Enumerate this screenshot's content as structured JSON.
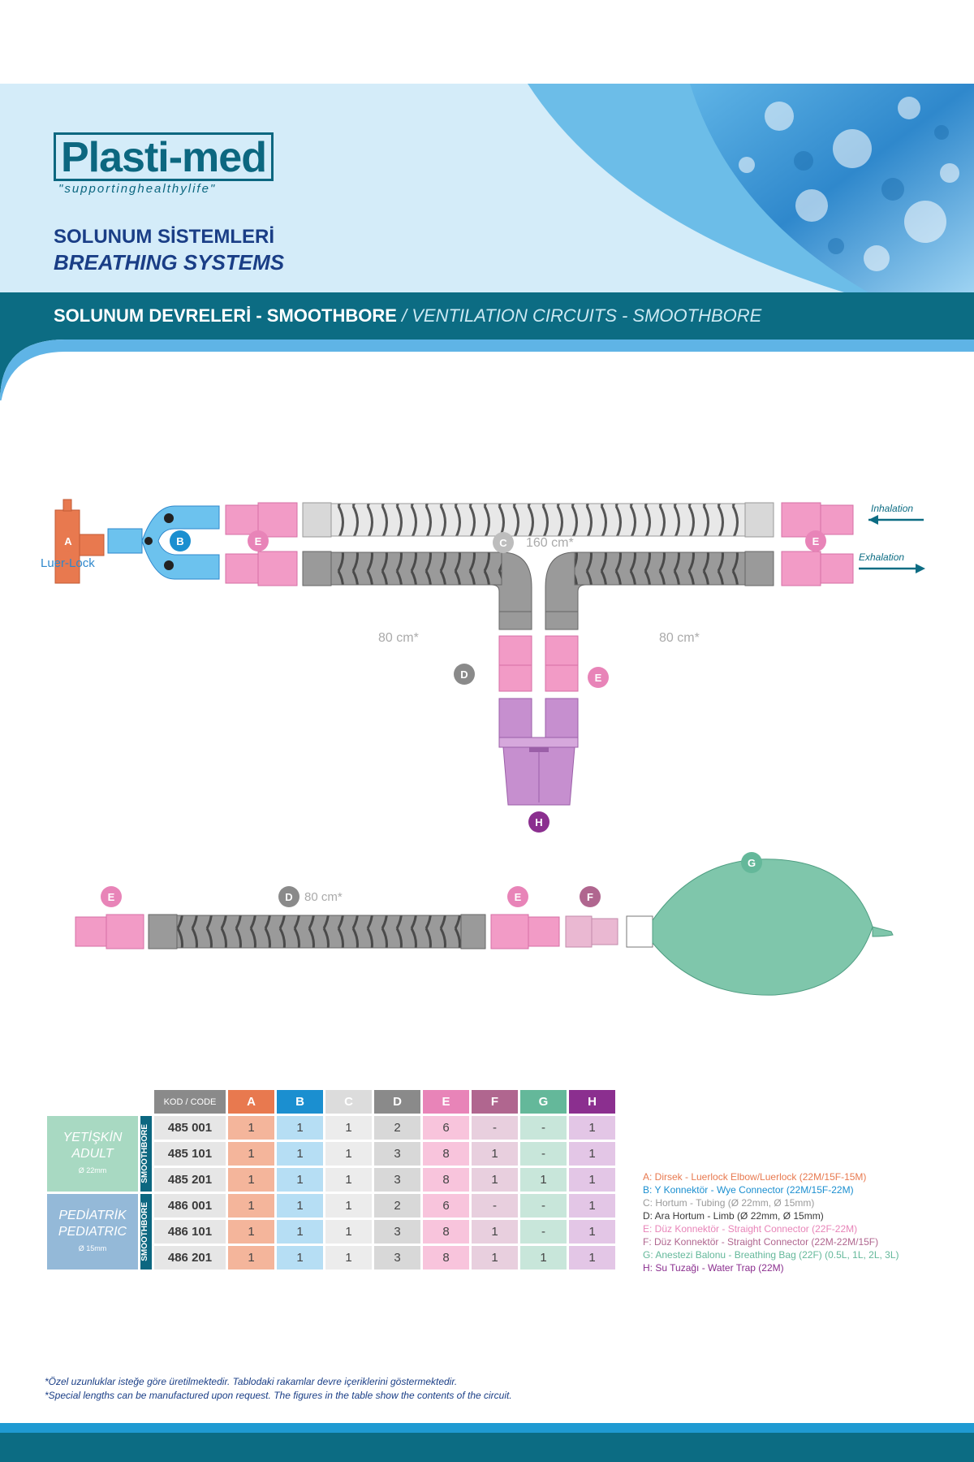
{
  "brand": {
    "logo": "Plasti-med",
    "tagline": "\"supportinghealthylife\""
  },
  "header": {
    "title_tr": "SOLUNUM SİSTEMLERİ",
    "title_en": "BREATHING SYSTEMS"
  },
  "section": {
    "title_tr": "SOLUNUM DEVRELERİ - SMOOTHBORE",
    "separator": " / ",
    "title_en": "VENTILATION CIRCUITS - SMOOTHBORE"
  },
  "diagram": {
    "luer_lock": "Luer-Lock",
    "length_160": "160 cm*",
    "length_80_left": "80 cm*",
    "length_80_right": "80 cm*",
    "length_80_bottom": "80 cm*",
    "inhalation": "Inhalation",
    "exhalation": "Exhalation",
    "letters": {
      "A": "A",
      "B": "B",
      "C": "C",
      "D": "D",
      "E": "E",
      "F": "F",
      "G": "G",
      "H": "H"
    }
  },
  "table": {
    "code_header": "KOD / CODE",
    "columns": [
      "A",
      "B",
      "C",
      "D",
      "E",
      "F",
      "G",
      "H"
    ],
    "adult_label_tr": "YETİŞKİN",
    "adult_label_en": "ADULT",
    "adult_size": "Ø 22mm",
    "pediatric_label_tr": "PEDİATRİK",
    "pediatric_label_en": "PEDIATRIC",
    "pediatric_size": "Ø 15mm",
    "vertical_label_adult": "SMOOTHBORE",
    "vertical_label_ped": "SMOOTHBORE",
    "rows": [
      {
        "code": "485 001",
        "values": [
          "1",
          "1",
          "1",
          "2",
          "6",
          "-",
          "-",
          "1"
        ]
      },
      {
        "code": "485 101",
        "values": [
          "1",
          "1",
          "1",
          "3",
          "8",
          "1",
          "-",
          "1"
        ]
      },
      {
        "code": "485 201",
        "values": [
          "1",
          "1",
          "1",
          "3",
          "8",
          "1",
          "1",
          "1"
        ]
      },
      {
        "code": "486 001",
        "values": [
          "1",
          "1",
          "1",
          "2",
          "6",
          "-",
          "-",
          "1"
        ]
      },
      {
        "code": "486 101",
        "values": [
          "1",
          "1",
          "1",
          "3",
          "8",
          "1",
          "-",
          "1"
        ]
      },
      {
        "code": "486 201",
        "values": [
          "1",
          "1",
          "1",
          "3",
          "8",
          "1",
          "1",
          "1"
        ]
      }
    ]
  },
  "legend": [
    {
      "text": "A: Dirsek - Luerlock Elbow/Luerlock (22M/15F-15M)",
      "color": "#e8794f"
    },
    {
      "text": "B: Y Konnektör - Wye Connector (22M/15F-22M)",
      "color": "#1b8fd0"
    },
    {
      "text": "C: Hortum - Tubing (Ø 22mm, Ø 15mm)",
      "color": "#9a9a9a"
    },
    {
      "text": "D: Ara Hortum - Limb (Ø 22mm, Ø 15mm)",
      "color": "#3a3a3a"
    },
    {
      "text": "E: Düz Konnektör - Straight Connector (22F-22M)",
      "color": "#e884b8"
    },
    {
      "text": "F: Düz Konnektör - Straight Connector (22M-22M/15F)",
      "color": "#b0668f"
    },
    {
      "text": "G: Anestezi Balonu - Breathing Bag (22F) (0.5L, 1L, 2L, 3L)",
      "color": "#64b89a"
    },
    {
      "text": "H: Su Tuzağı - Water Trap (22M)",
      "color": "#8b2f8f"
    }
  ],
  "notes": {
    "tr": "*Özel uzunluklar isteğe göre üretilmektedir. Tablodaki rakamlar devre içeriklerini göstermektedir.",
    "en": "*Special lengths can be manufactured upon request. The figures in the table show the contents of the circuit."
  },
  "colors": {
    "dark_teal": "#0c6c83",
    "navy": "#1a3e86",
    "light_blue": "#d4ecf9",
    "accent_blue": "#1f9ad2",
    "A": "#e8794f",
    "B": "#1b8fd0",
    "C": "#bdbdbd",
    "D": "#8a8a8a",
    "E": "#e884b8",
    "F": "#b0668f",
    "G": "#64b89a",
    "H": "#8b2f8f"
  }
}
